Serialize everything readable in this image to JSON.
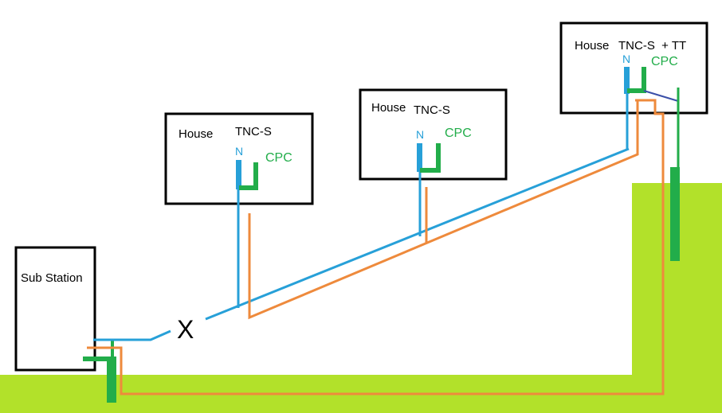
{
  "colors": {
    "background": "#ffffff",
    "ground": "#b2e12a",
    "box_border": "#000000",
    "neutral_wire": "#27a0d8",
    "earth_wire": "#ee8a3c",
    "cpc_green": "#22ad4a",
    "tt_link": "#3a4fa8",
    "label_text": "#000000"
  },
  "substation": {
    "label": "Sub Station"
  },
  "break_marker": {
    "label": "X"
  },
  "houses": [
    {
      "title": "House",
      "system": "TNC-S",
      "n_label": "N",
      "cpc_label": "CPC"
    },
    {
      "title": "House",
      "system": "TNC-S",
      "n_label": "N",
      "cpc_label": "CPC"
    },
    {
      "title": "House",
      "system": "TNC-S  + TT",
      "n_label": "N",
      "cpc_label": "CPC"
    }
  ]
}
